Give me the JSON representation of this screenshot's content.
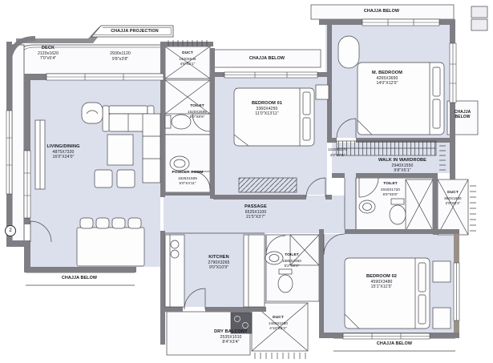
{
  "labels": {
    "chajja_projection": "CHAJJA PROJECTION",
    "chajja_below": "CHAJJA BELOW",
    "door_number": "2"
  },
  "colors": {
    "room_fill": "#dce0ec",
    "wall": "#7e7e84",
    "wall_accent": "#9a9087",
    "line": "#45454a",
    "text": "#17171c"
  },
  "rooms": {
    "deck": {
      "name": "DECK",
      "mm": "2120x1620",
      "ft": "7'0\"x5'4\""
    },
    "deck_side": {
      "mm": "2930x1120",
      "ft": "9'8\"x3'8\""
    },
    "living_dining": {
      "name": "LIVING/DINING",
      "mm": "4875X7320",
      "ft": "16'0\"X24'0\""
    },
    "duct_top": {
      "name": "DUCT",
      "mm": "1420X645",
      "ft": "4'8\"X2'1\""
    },
    "toilet_common": {
      "name": "TOILET",
      "mm": "1520X2595",
      "ft": "5'0\"X8'6\""
    },
    "powder_room": {
      "name": "POWDER ROOM",
      "mm": "1525X1505",
      "ft": "5'0\"X4'11\""
    },
    "bedroom_01": {
      "name": "BEDROOM 01",
      "mm": "3360X4250",
      "ft": "11'0\"X13'11\""
    },
    "master_bedroom": {
      "name": "M. BEDROOM",
      "mm": "4265X3650",
      "ft": "14'0\"X12'0\""
    },
    "wardrobe_lobby": {
      "mm": "1220X2270",
      "ft": "4'0\"X7'5\""
    },
    "walk_in_wardrobe": {
      "name": "WALK IN WARDROBE",
      "mm": "2940X1550",
      "ft": "9'8\"X5'1\""
    },
    "toilet_master": {
      "name": "TOILET",
      "mm": "2040X1720",
      "ft": "6'8\"X5'8\""
    },
    "duct_right": {
      "name": "DUCT",
      "mm": "850X1930",
      "ft": "2'9\"X6'4\""
    },
    "passage": {
      "name": "PASSAGE",
      "mm": "6525X1100",
      "ft": "21'5\"X3'7\""
    },
    "kitchen": {
      "name": "KITCHEN",
      "mm": "2790X3265",
      "ft": "9'0\"X10'9\""
    },
    "toilet_02": {
      "name": "TOILET",
      "mm": "1585X2450",
      "ft": "5'2\"X8'0\""
    },
    "duct_bottom": {
      "name": "DUCT",
      "mm": "1460X1590",
      "ft": "4'10\"X5'3\""
    },
    "dry_balcony": {
      "name": "DRY BALCONY",
      "mm": "2535X1010",
      "ft": "8'4\"X3'4\""
    },
    "bedroom_02": {
      "name": "BEDROOM 02",
      "mm": "4590X3480",
      "ft": "15'1\"X11'5\""
    }
  }
}
